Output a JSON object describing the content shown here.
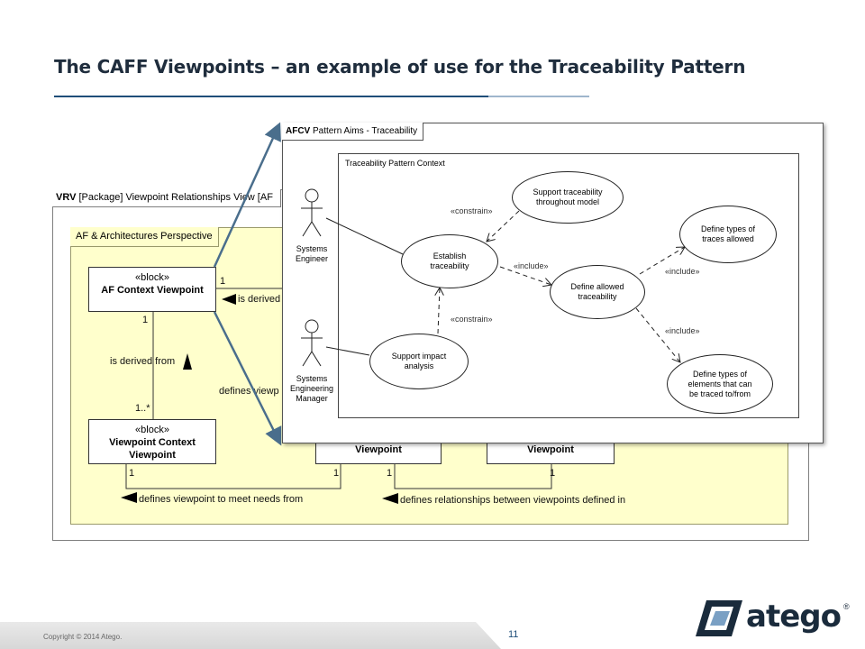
{
  "slide": {
    "title": "The CAFF Viewpoints – an example of use for the Traceability Pattern",
    "copyright": "Copyright © 2014 Atego.",
    "page_number": "11",
    "logo_text": "atego",
    "logo_reg": "®"
  },
  "vrv": {
    "frame_label_prefix": "VRV",
    "frame_label": "[Package] Viewpoint Relationships View [AF",
    "perspective_label": "AF & Architectures Perspective",
    "blocks": {
      "af_context": {
        "stereotype": "«block»",
        "name": "AF Context Viewpoint"
      },
      "vp_context": {
        "stereotype": "«block»",
        "name": "Viewpoint Context Viewpoint"
      },
      "middle": {
        "name": "Viewpoint"
      },
      "right": {
        "name": "Viewpoint"
      }
    },
    "labels": {
      "is_derived_partial": "is derived",
      "is_derived_from": "is derived from",
      "defines_partial": "defines viewp",
      "defines_viewpoint": "defines viewpoint to meet needs from",
      "defines_relationships": "defines relationships between viewpoints defined in"
    },
    "multiplicities": {
      "one": "1",
      "one_many": "1..*"
    }
  },
  "afcv": {
    "frame_label_prefix": "AFCV",
    "frame_label": "Pattern Aims - Traceability",
    "context_label": "Traceability Pattern Context",
    "actors": {
      "systems_engineer": [
        "Systems",
        "Engineer"
      ],
      "systems_engineering_manager": [
        "Systems",
        "Engineering",
        "Manager"
      ]
    },
    "use_cases": {
      "support_traceability": "Support traceability throughout model",
      "establish_traceability": "Establish traceability",
      "define_allowed": "Define allowed traceability",
      "define_trace_types": "Define types of traces allowed",
      "define_element_types": "Define types of elements that can be traced to/from",
      "support_impact": "Support impact analysis"
    },
    "stereotypes": {
      "constrain": "«constrain»",
      "include": "«include»"
    }
  }
}
